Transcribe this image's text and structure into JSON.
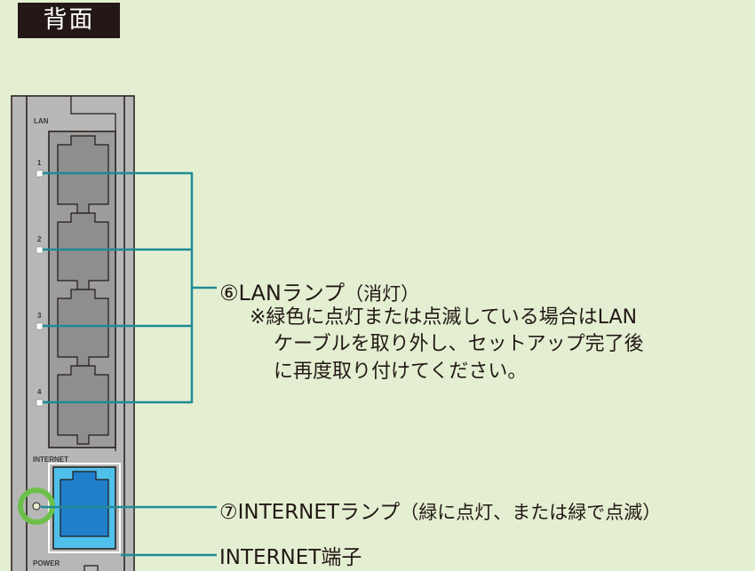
{
  "header": {
    "title": "背面"
  },
  "device": {
    "lan_label": "LAN",
    "port_numbers": [
      "1",
      "2",
      "3",
      "4"
    ],
    "internet_label": "INTERNET",
    "power_label": "POWER"
  },
  "callouts": {
    "lan_lamp": {
      "title": "⑥LANランプ",
      "status": "（消灯）",
      "note_line1": "※緑色に点灯または点滅している場合はLAN",
      "note_line2": "ケーブルを取り外し、セットアップ完了後",
      "note_line3": "に再度取り付けてください。"
    },
    "internet_lamp": {
      "title": "⑦INTERNETランプ",
      "status": "（緑に点灯、または緑で点滅）"
    },
    "internet_port": {
      "title": "INTERNET端子"
    }
  },
  "colors": {
    "background": "#e4efd2",
    "device_body": "#b7b7b7",
    "lan_port": "#9c9c9c",
    "internet_port_outer": "#4fc0ea",
    "internet_port_inner": "#1f7fcb",
    "leader_line": "#1f8a95",
    "lamp_glow": "#6cc04a",
    "title_bg": "#231815"
  }
}
